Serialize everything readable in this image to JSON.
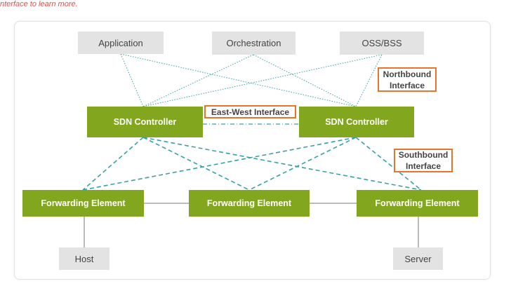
{
  "caption_fragment": "nterface to learn more.",
  "nodes": {
    "application": "Application",
    "orchestration": "Orchestration",
    "oss_bss": "OSS/BSS",
    "sdn_left": "SDN Controller",
    "sdn_right": "SDN Controller",
    "fe_left": "Forwarding Element",
    "fe_mid": "Forwarding Element",
    "fe_right": "Forwarding Element",
    "host": "Host",
    "server": "Server"
  },
  "labels": {
    "northbound": "Northbound Interface",
    "east_west": "East-West Interface",
    "southbound": "Southbound Interface"
  },
  "colors": {
    "controller": "#82a61e",
    "app": "#e3e3e3",
    "label_border": "#e8742a",
    "link": "#3aa0a8"
  }
}
